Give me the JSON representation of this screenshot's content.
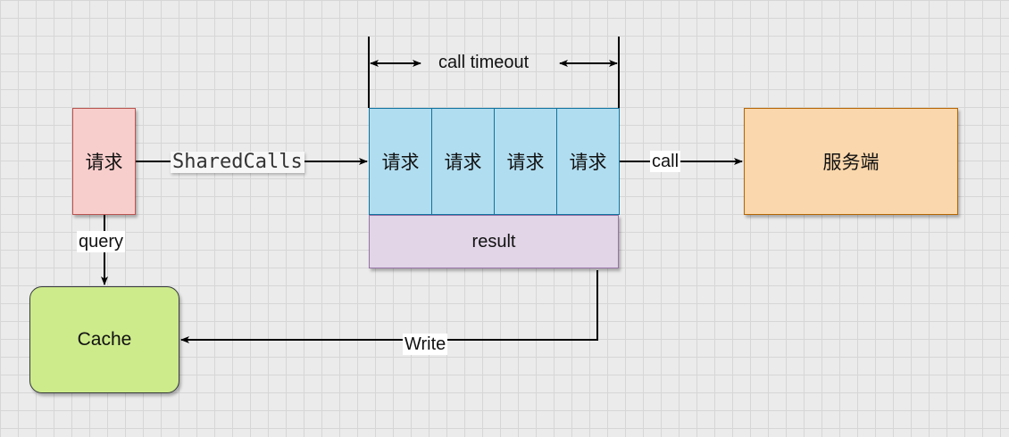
{
  "nodes": {
    "request_source": "请求",
    "server": "服务端",
    "cache": "Cache",
    "result": "result",
    "batch_requests": [
      "请求",
      "请求",
      "请求",
      "请求"
    ]
  },
  "edges": {
    "shared_calls": "SharedCalls",
    "call": "call",
    "query": "query",
    "write": "Write",
    "call_timeout": "call timeout"
  },
  "colors": {
    "request_fill": "#f8cecc",
    "request_stroke": "#b85450",
    "batch_fill": "#b1ddf0",
    "batch_stroke": "#10739e",
    "result_fill": "#e1d5e7",
    "result_stroke": "#9673a6",
    "server_fill": "#fad7ac",
    "server_stroke": "#b46504",
    "cache_fill": "#cdeb8b",
    "cache_stroke": "#36393d"
  }
}
